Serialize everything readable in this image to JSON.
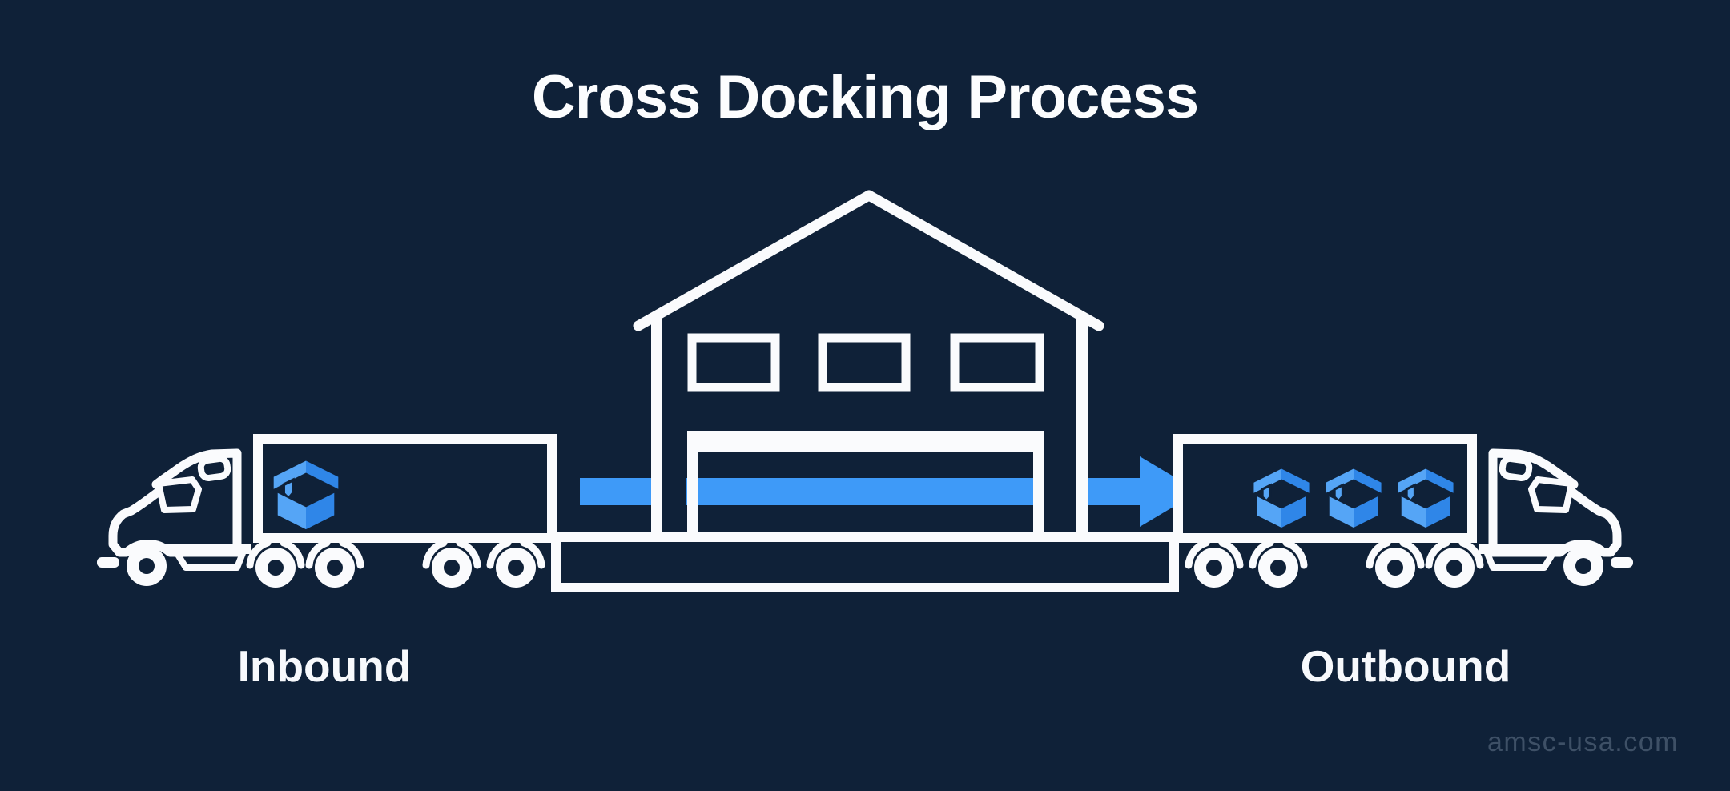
{
  "title": "Cross Docking Process",
  "diagram": {
    "flow_direction": "left-to-right",
    "inbound": {
      "label": "Inbound",
      "vehicle": "semi-truck",
      "facing": "left",
      "package_count": 1
    },
    "warehouse": {
      "window_count": 3,
      "dock_door_count": 1
    },
    "outbound": {
      "label": "Outbound",
      "vehicle": "semi-truck",
      "facing": "right",
      "package_count": 3
    }
  },
  "watermark": "amsc-usa.com",
  "colors": {
    "background": "#0F2138",
    "outline_white": "#FAFBFD",
    "arrow_blue": "#3E9AF8",
    "package_blue_light": "#55A5F6",
    "package_blue_dark": "#2F86E8",
    "watermark_text": "#3E5066"
  }
}
